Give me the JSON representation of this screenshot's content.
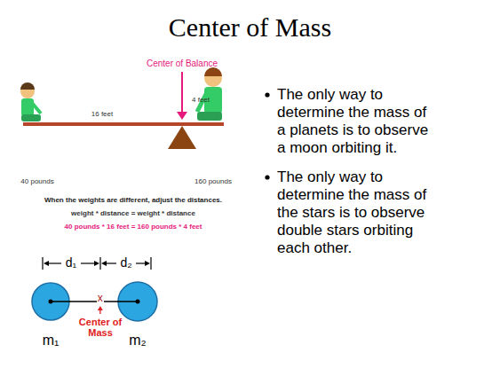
{
  "diagram": {
    "title": "Center of Mass",
    "nodes": [
      {
        "text": [
          "m₁"
        ]
      },
      {
        "text": [
          "m₂"
        ]
      }
    ],
    "edges": [
      {
        "from": 0,
        "to": 1,
        "arrow": "none",
        "label": "x"
      }
    ],
    "labels": [
      "Center of Balance",
      "16 feet",
      "4 feet",
      "40 pounds",
      "160 pounds",
      "When the weights are different, adjust the distances.",
      "weight * distance = weight * distance",
      "40 pounds * 16 feet = 160 pounds * 4 feet",
      "d₁",
      "d₂",
      "Center of Mass",
      "The only way to determine the mass of a planets is to observe a moon orbiting it.",
      "The only way to determine the mass of the stars is to observe double stars orbiting each other."
    ]
  }
}
